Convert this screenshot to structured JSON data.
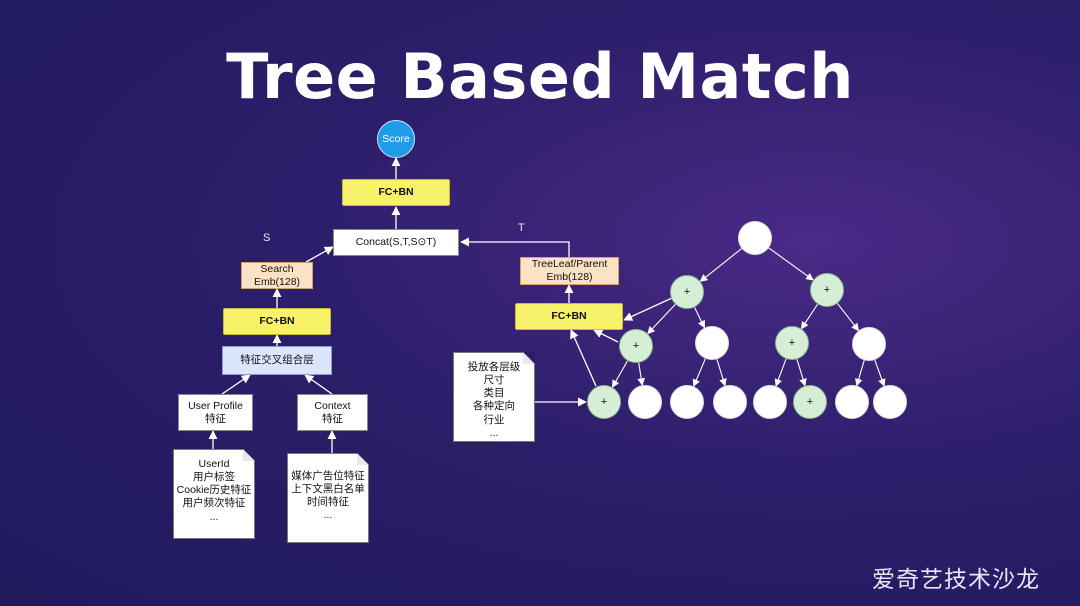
{
  "title": "Tree Based Match",
  "watermark": "爱奇艺技术沙龙",
  "nodes": {
    "score": "Score",
    "fc_bn_top": "FC+BN",
    "concat": "Concat(S,T,S⊙T)",
    "label_s": "S",
    "label_t": "T",
    "search_emb": [
      "Search",
      "Emb(128)"
    ],
    "fc_bn_left": "FC+BN",
    "cross_layer": "特征交叉组合层",
    "user_profile": [
      "User Profile",
      "特征"
    ],
    "context": [
      "Context",
      "特征"
    ],
    "user_doc": [
      "UserId",
      "用户标签",
      "Cookie历史特征",
      "用户频次特征",
      "..."
    ],
    "context_doc": [
      "媒体广告位特征",
      "上下文黑白名单",
      "时间特征",
      "..."
    ],
    "tree_emb": [
      "TreeLeaf/Parent",
      "Emb(128)"
    ],
    "fc_bn_right": "FC+BN",
    "ad_doc": [
      "投放各层级",
      "尺寸",
      "类目",
      "各种定向",
      "行业",
      "..."
    ]
  },
  "tree": {
    "plus_symbol": "+",
    "levels": [
      [
        "plain"
      ],
      [
        "plus",
        "plus"
      ],
      [
        "plus",
        "plain",
        "plus",
        "plain"
      ],
      [
        "plus",
        "plain",
        "plain",
        "plain",
        "plain",
        "plus",
        "plain",
        "plain"
      ]
    ]
  }
}
